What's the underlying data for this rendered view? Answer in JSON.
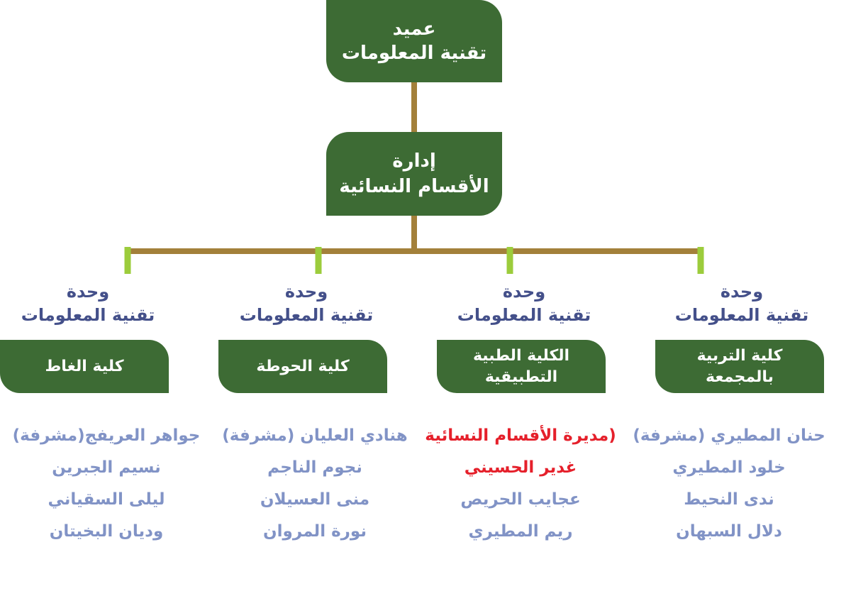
{
  "colors": {
    "box_fill": "#3d6b34",
    "trunk_line": "#a3803a",
    "branch_tick": "#9ccc3c",
    "unit_heading": "#44508a",
    "member_text": "#8193c6",
    "highlight_text": "#e5202b"
  },
  "dean": {
    "line1": "عميد",
    "line2": "تقنية المعلومات"
  },
  "admin": {
    "line1": "إدارة",
    "line2": "الأقسام النسائية"
  },
  "units": [
    {
      "heading1": "وحدة",
      "heading2": "تقنية المعلومات",
      "college1": "كلية التربية",
      "college2": "بالمجمعة",
      "members": [
        "حنان المطيري (مشرفة)",
        "خلود المطيري",
        "ندى النحيط",
        "دلال السبهان"
      ]
    },
    {
      "heading1": "وحدة",
      "heading2": "تقنية المعلومات",
      "college1": "الكلية الطبية",
      "college2": "التطبيقية",
      "members": [
        "(مديرة الأقسام النسائية",
        "غدير الحسيني",
        "عجايب الحريص",
        "ريم المطيري"
      ]
    },
    {
      "heading1": "وحدة",
      "heading2": "تقنية المعلومات",
      "college1": "كلية الحوطة",
      "college2": "",
      "members": [
        "هنادي العليان (مشرفة)",
        "نجوم الناجم",
        "منى العسيلان",
        "نورة المروان"
      ]
    },
    {
      "heading1": "وحدة",
      "heading2": "تقنية المعلومات",
      "college1": "كلية الغاط",
      "college2": "",
      "members": [
        "جواهر العريفج(مشرفة)",
        "نسيم الجبرين",
        "ليلى السقياني",
        "وديان البخيتان"
      ]
    }
  ]
}
